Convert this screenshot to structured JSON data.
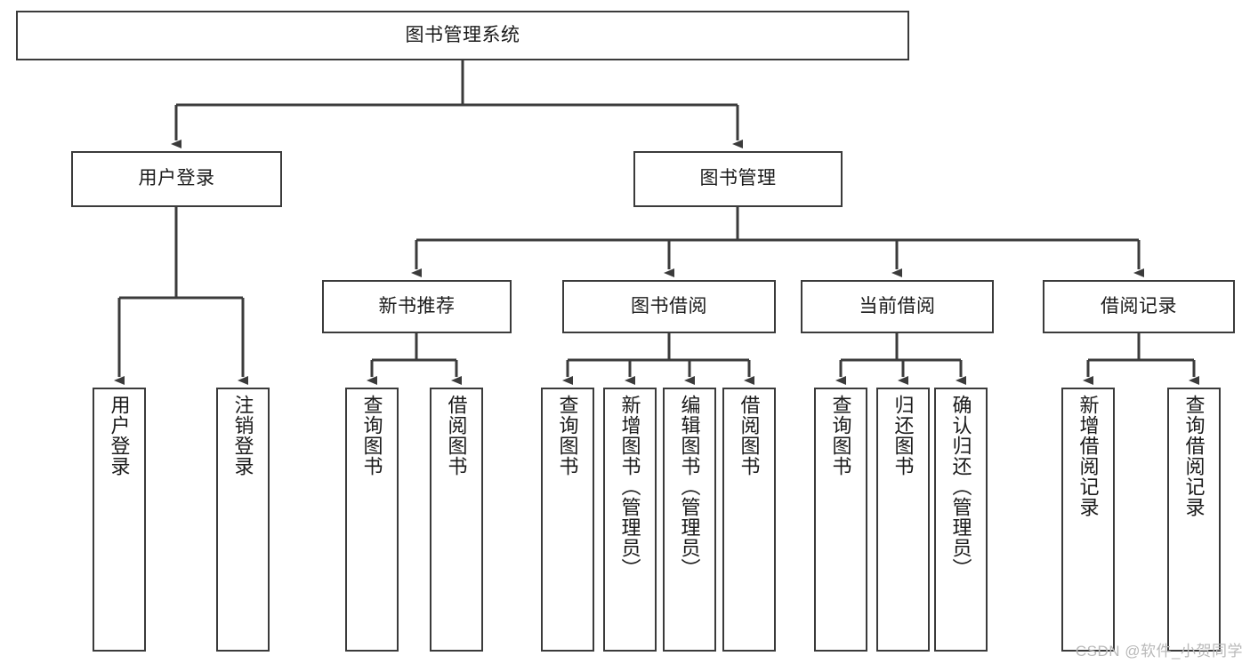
{
  "diagram": {
    "title": "图书管理系统",
    "type": "hierarchy-tree",
    "root": {
      "label": "图书管理系统"
    },
    "level1": [
      {
        "label": "用户登录"
      },
      {
        "label": "图书管理"
      }
    ],
    "level2": [
      {
        "label": "新书推荐"
      },
      {
        "label": "图书借阅"
      },
      {
        "label": "当前借阅"
      },
      {
        "label": "借阅记录"
      }
    ],
    "leaves": [
      {
        "label": "用户登录"
      },
      {
        "label": "注销登录"
      },
      {
        "label": "查询图书"
      },
      {
        "label": "借阅图书"
      },
      {
        "label": "查询图书"
      },
      {
        "label": "新增图书（管理员）"
      },
      {
        "label": "编辑图书（管理员）"
      },
      {
        "label": "借阅图书"
      },
      {
        "label": "查询图书"
      },
      {
        "label": "归还图书"
      },
      {
        "label": "确认归还（管理员）"
      },
      {
        "label": "新增借阅记录"
      },
      {
        "label": "查询借阅记录"
      }
    ],
    "watermark": "CSDN @软件_小贺同学",
    "colors": {
      "stroke": "#3b3b3b",
      "fill": "#ffffff",
      "text": "#1a1a1a",
      "watermark": "#b9b9b9"
    }
  }
}
